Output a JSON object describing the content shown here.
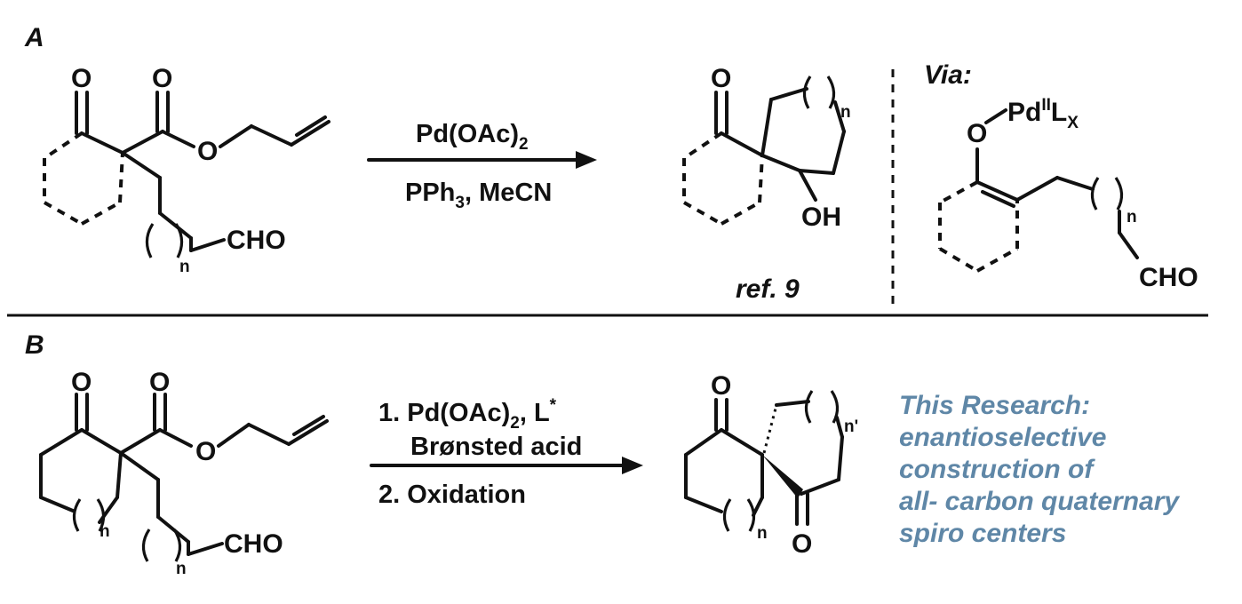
{
  "panel_a": {
    "label": "A",
    "substrate": {
      "ketone_o": "O",
      "ester_o_carbonyl": "O",
      "ester_o": "O",
      "aldehyde": "CHO",
      "chain_index": "n"
    },
    "conditions": {
      "catalyst": "Pd(OAc)",
      "catalyst_sub": "2",
      "ligand_a": "PPh",
      "ligand_sub": "3",
      "ligand_b": ", MeCN"
    },
    "product": {
      "ketone_o": "O",
      "hydroxyl": "OH",
      "ring_index": "n"
    },
    "reference": "ref. 9",
    "intermediate": {
      "label": "Via:",
      "o_atom": "O",
      "metal": "Pd",
      "metal_sup": "II",
      "ligand": "L",
      "ligand_sub": "X",
      "aldehyde": "CHO",
      "chain_index": "n"
    }
  },
  "panel_b": {
    "label": "B",
    "substrate": {
      "ketone_o": "O",
      "ester_o_carbonyl": "O",
      "ester_o": "O",
      "aldehyde": "CHO",
      "ring_index": "n",
      "chain_index": "n"
    },
    "conditions": {
      "step1": "1. Pd(OAc)",
      "step1_sub": "2",
      "step1_tail": ", L",
      "step1_sup": "*",
      "step1_line2": "Brønsted acid",
      "step2": "2. Oxidation"
    },
    "product": {
      "ketone_o_top": "O",
      "ketone_o_bottom": "O",
      "ring_index_top": "n'",
      "ring_index_bottom": "n"
    },
    "note_lines": [
      "This Research:",
      "enantioselective",
      "construction of",
      "all- carbon quaternary",
      "spiro centers"
    ]
  },
  "colors": {
    "ink": "#111111",
    "note": "#5f87a7",
    "background": "#ffffff"
  }
}
